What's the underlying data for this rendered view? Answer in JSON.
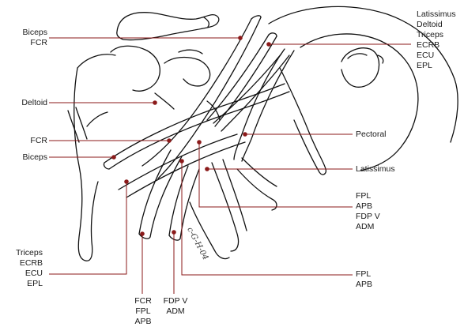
{
  "colors": {
    "leader_line": "#8b1a1a",
    "drawing": "#111111",
    "label_text": "#1a1a1a"
  },
  "labels": {
    "biceps_fcr": [
      "Biceps",
      "FCR"
    ],
    "deltoid": [
      "Deltoid"
    ],
    "fcr_mid": [
      "FCR"
    ],
    "biceps_mid": [
      "Biceps"
    ],
    "triceps_group": [
      "Triceps",
      "ECRB",
      "ECU",
      "EPL"
    ],
    "top_right": [
      "Latissimus",
      "Deltoid",
      "Triceps",
      "ECRB",
      "ECU",
      "EPL"
    ],
    "pectoral": [
      "Pectoral"
    ],
    "latissimus": [
      "Latissimus"
    ],
    "fpl_group": [
      "FPL",
      "APB",
      "FDP V",
      "ADM"
    ],
    "fpl_apb": [
      "FPL",
      "APB"
    ],
    "bottom_left": [
      "FCR",
      "FPL",
      "APB"
    ],
    "bottom_mid": [
      "FDP V",
      "ADM"
    ]
  },
  "signature": "c-G-H-04"
}
